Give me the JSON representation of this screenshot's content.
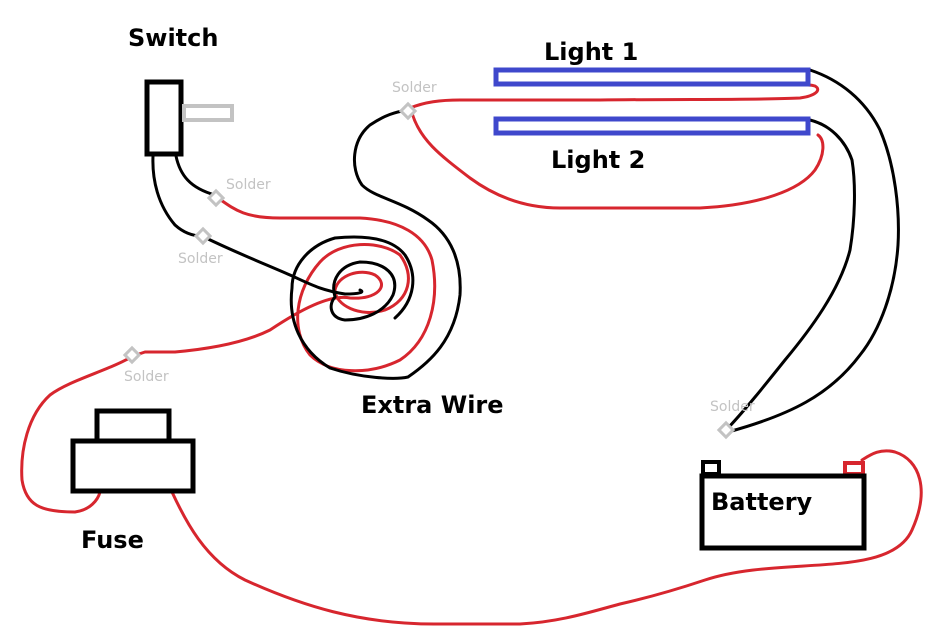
{
  "diagram": {
    "title": "Light wiring diagram",
    "colors": {
      "wire_positive": "#d7262e",
      "wire_negative": "#000000",
      "light_tube": "#3f48cc",
      "solder_joint": "#c3c3c3",
      "switch_lever": "#c3c3c3",
      "component_outline": "#000000",
      "battery_negative_terminal": "#d7262e"
    },
    "components": {
      "switch": {
        "label": "Switch"
      },
      "light1": {
        "label": "Light 1"
      },
      "light2": {
        "label": "Light 2"
      },
      "extra_wire": {
        "label": "Extra Wire"
      },
      "fuse": {
        "label": "Fuse"
      },
      "battery": {
        "label": "Battery"
      }
    },
    "solder_joints": [
      {
        "label": "Solder",
        "location": "near lights"
      },
      {
        "label": "Solder",
        "location": "switch red lead"
      },
      {
        "label": "Solder",
        "location": "switch black lead"
      },
      {
        "label": "Solder",
        "location": "near fuse"
      },
      {
        "label": "Solder",
        "location": "near battery"
      }
    ]
  }
}
